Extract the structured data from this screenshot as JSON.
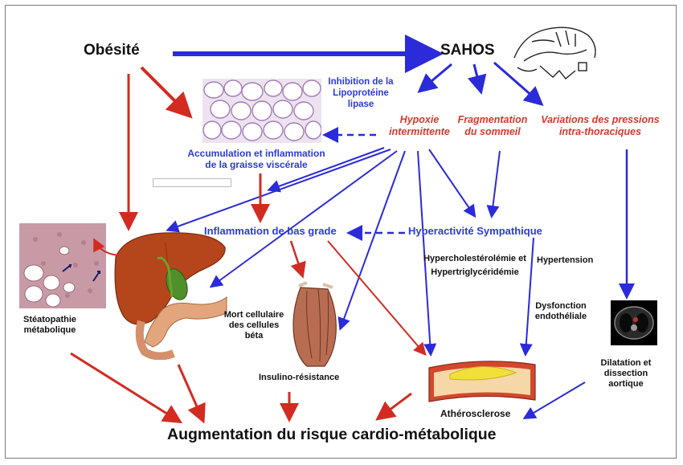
{
  "nodes": {
    "obesite": "Obésité",
    "sahos": "SAHOS",
    "inhibition": "Inhibition de la Lipoprotéine lipase",
    "accumulation": "Accumulation et inflammation de la graisse viscérale",
    "hypoxie": "Hypoxie intermittente",
    "fragmentation": "Fragmentation du sommeil",
    "variations": "Variations des pressions intra-thoraciques",
    "inflammation": "Inflammation de bas grade",
    "hyperactivite": "Hyperactivité Sympathique",
    "hyperchol": "Hypercholestérolémie et Hypertriglycéridémie",
    "hypertension": "Hypertension",
    "dysfonction": "Dysfonction endothéliale",
    "steatopathie": "Stéatopathie métabolique",
    "mort": "Mort cellulaire des cellules béta",
    "insulino": "Insulino-résistance",
    "atherosclerose": "Athérosclerose",
    "dilatation": "Dilatation et dissection aortique",
    "augmentation": "Augmentation du risque cardio-métabolique"
  },
  "colors": {
    "blue_arrow": "#2b2bd9",
    "red_arrow": "#d22c22",
    "blue_text": "#2b3bd9",
    "red_text": "#d43a2a",
    "frame": "#7a7a7a"
  },
  "icons": {
    "sleep_apnea": "sleep-apnea-sketch-icon",
    "adipose": "adipose-tissue-micrograph",
    "liver_micrograph": "liver-steatosis-micrograph",
    "liver_pancreas": "liver-pancreas-illustration",
    "muscle": "muscle-illustration",
    "artery": "artery-plaque-illustration",
    "ct_scan": "thoracic-ct-scan"
  }
}
